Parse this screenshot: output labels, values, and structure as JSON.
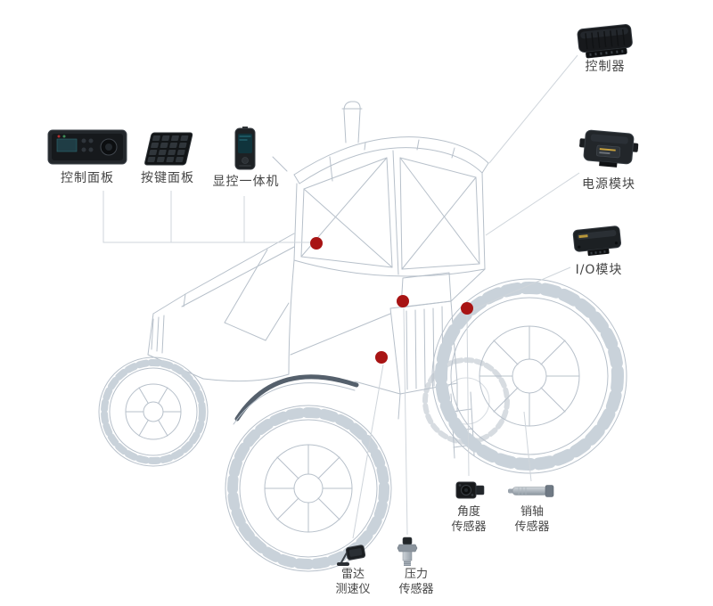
{
  "colors": {
    "marker": "#a81414",
    "leader_line": "#cfd5db",
    "wireframe": "#b7c0ca",
    "label_text": "#454545"
  },
  "labels": {
    "control_panel": "控制面板",
    "keypad_panel": "按键面板",
    "display_unit": "显控一体机",
    "controller": "控制器",
    "power_module": "电源模块",
    "io_module": "I/O模块",
    "angle_sensor_line1": "角度",
    "angle_sensor_line2": "传感器",
    "pin_sensor_line1": "销轴",
    "pin_sensor_line2": "传感器",
    "radar_line1": "雷达",
    "radar_line2": "测速仪",
    "pressure_line1": "压力",
    "pressure_line2": "传感器"
  }
}
